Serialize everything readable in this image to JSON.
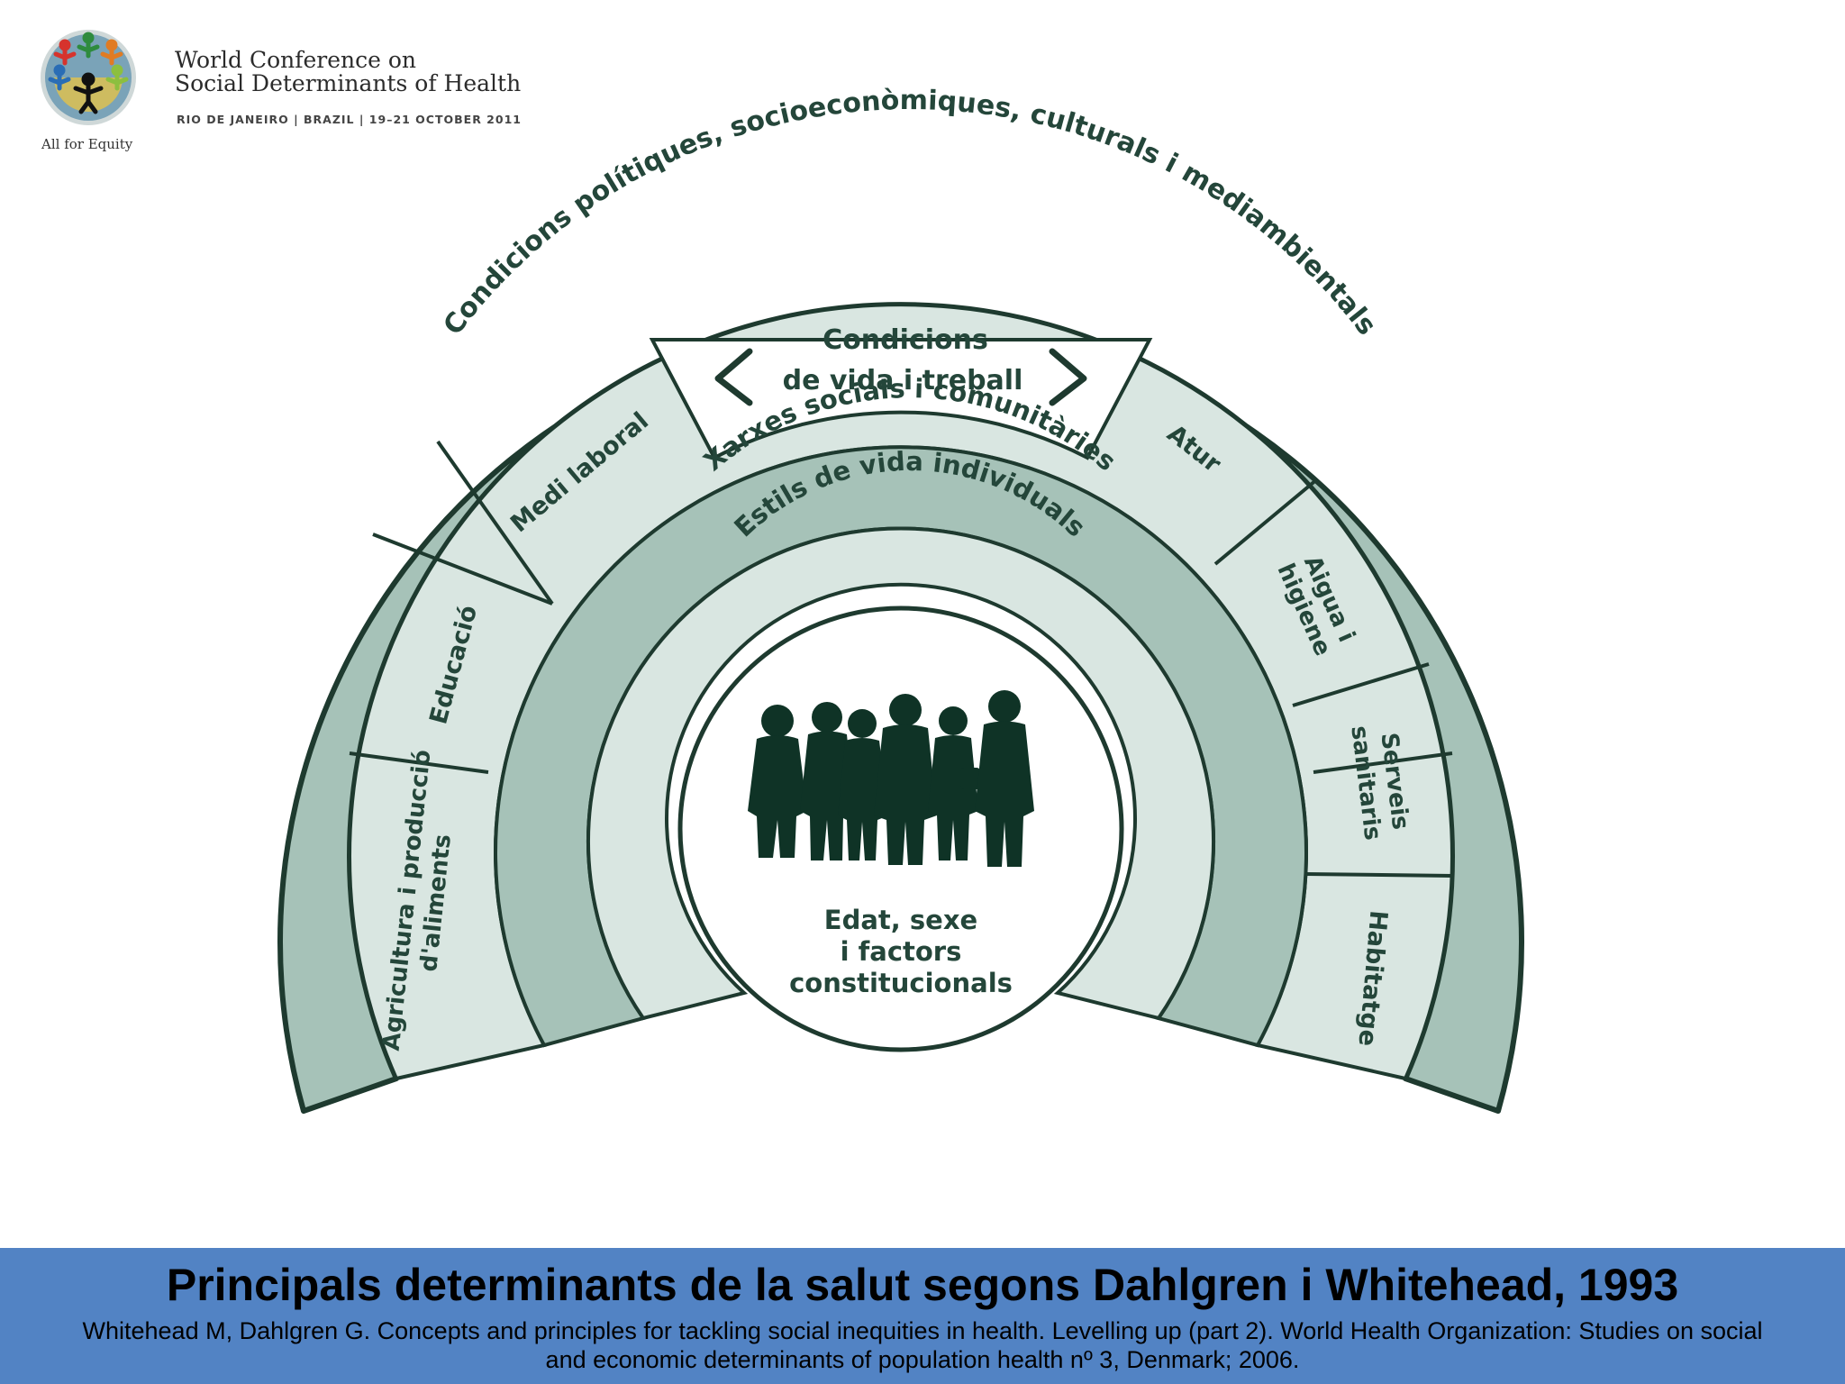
{
  "header": {
    "conference_line1": "World Conference on",
    "conference_line2": "Social Determinants of Health",
    "conference_sub": "RIO DE JANEIRO | BRAZIL | 19–21 OCTOBER 2011",
    "tagline": "All for Equity"
  },
  "diagram": {
    "outer_layer": "Condicions polítiques, socioeconòmiques, culturals i mediambientals",
    "living_working_line1": "Condicions",
    "living_working_line2": "de vida i treball",
    "sectors": {
      "agriculture_line1": "Agricultura i producció",
      "agriculture_line2": "d'aliments",
      "education": "Educació",
      "work_environment": "Medi laboral",
      "unemployment": "Atur",
      "water_line1": "Aigua i",
      "water_line2": "higiene",
      "health_services_line1": "Serveis",
      "health_services_line2": "sanitaris",
      "housing": "Habitatge"
    },
    "social_networks": "Xarxes socials i comunitàries",
    "lifestyle": "Estils de vida individuals",
    "core_line1": "Edat, sexe",
    "core_line2": "i factors",
    "core_line3": "constitucionals",
    "colors": {
      "dark_band": "#a6c2b8",
      "light_band": "#d9e6e1",
      "outline": "#1e3a2f",
      "people": "#0f3326"
    }
  },
  "footer": {
    "title": "Principals determinants de la salut segons Dahlgren i Whitehead, 1993",
    "citation_line1": "Whitehead M, Dahlgren G. Concepts and principles for tackling social inequities in health. Levelling up (part 2). World Health Organization: Studies on social",
    "citation_line2": "and economic determinants of population health nº 3, Denmark; 2006.",
    "background": "#5283c4"
  }
}
